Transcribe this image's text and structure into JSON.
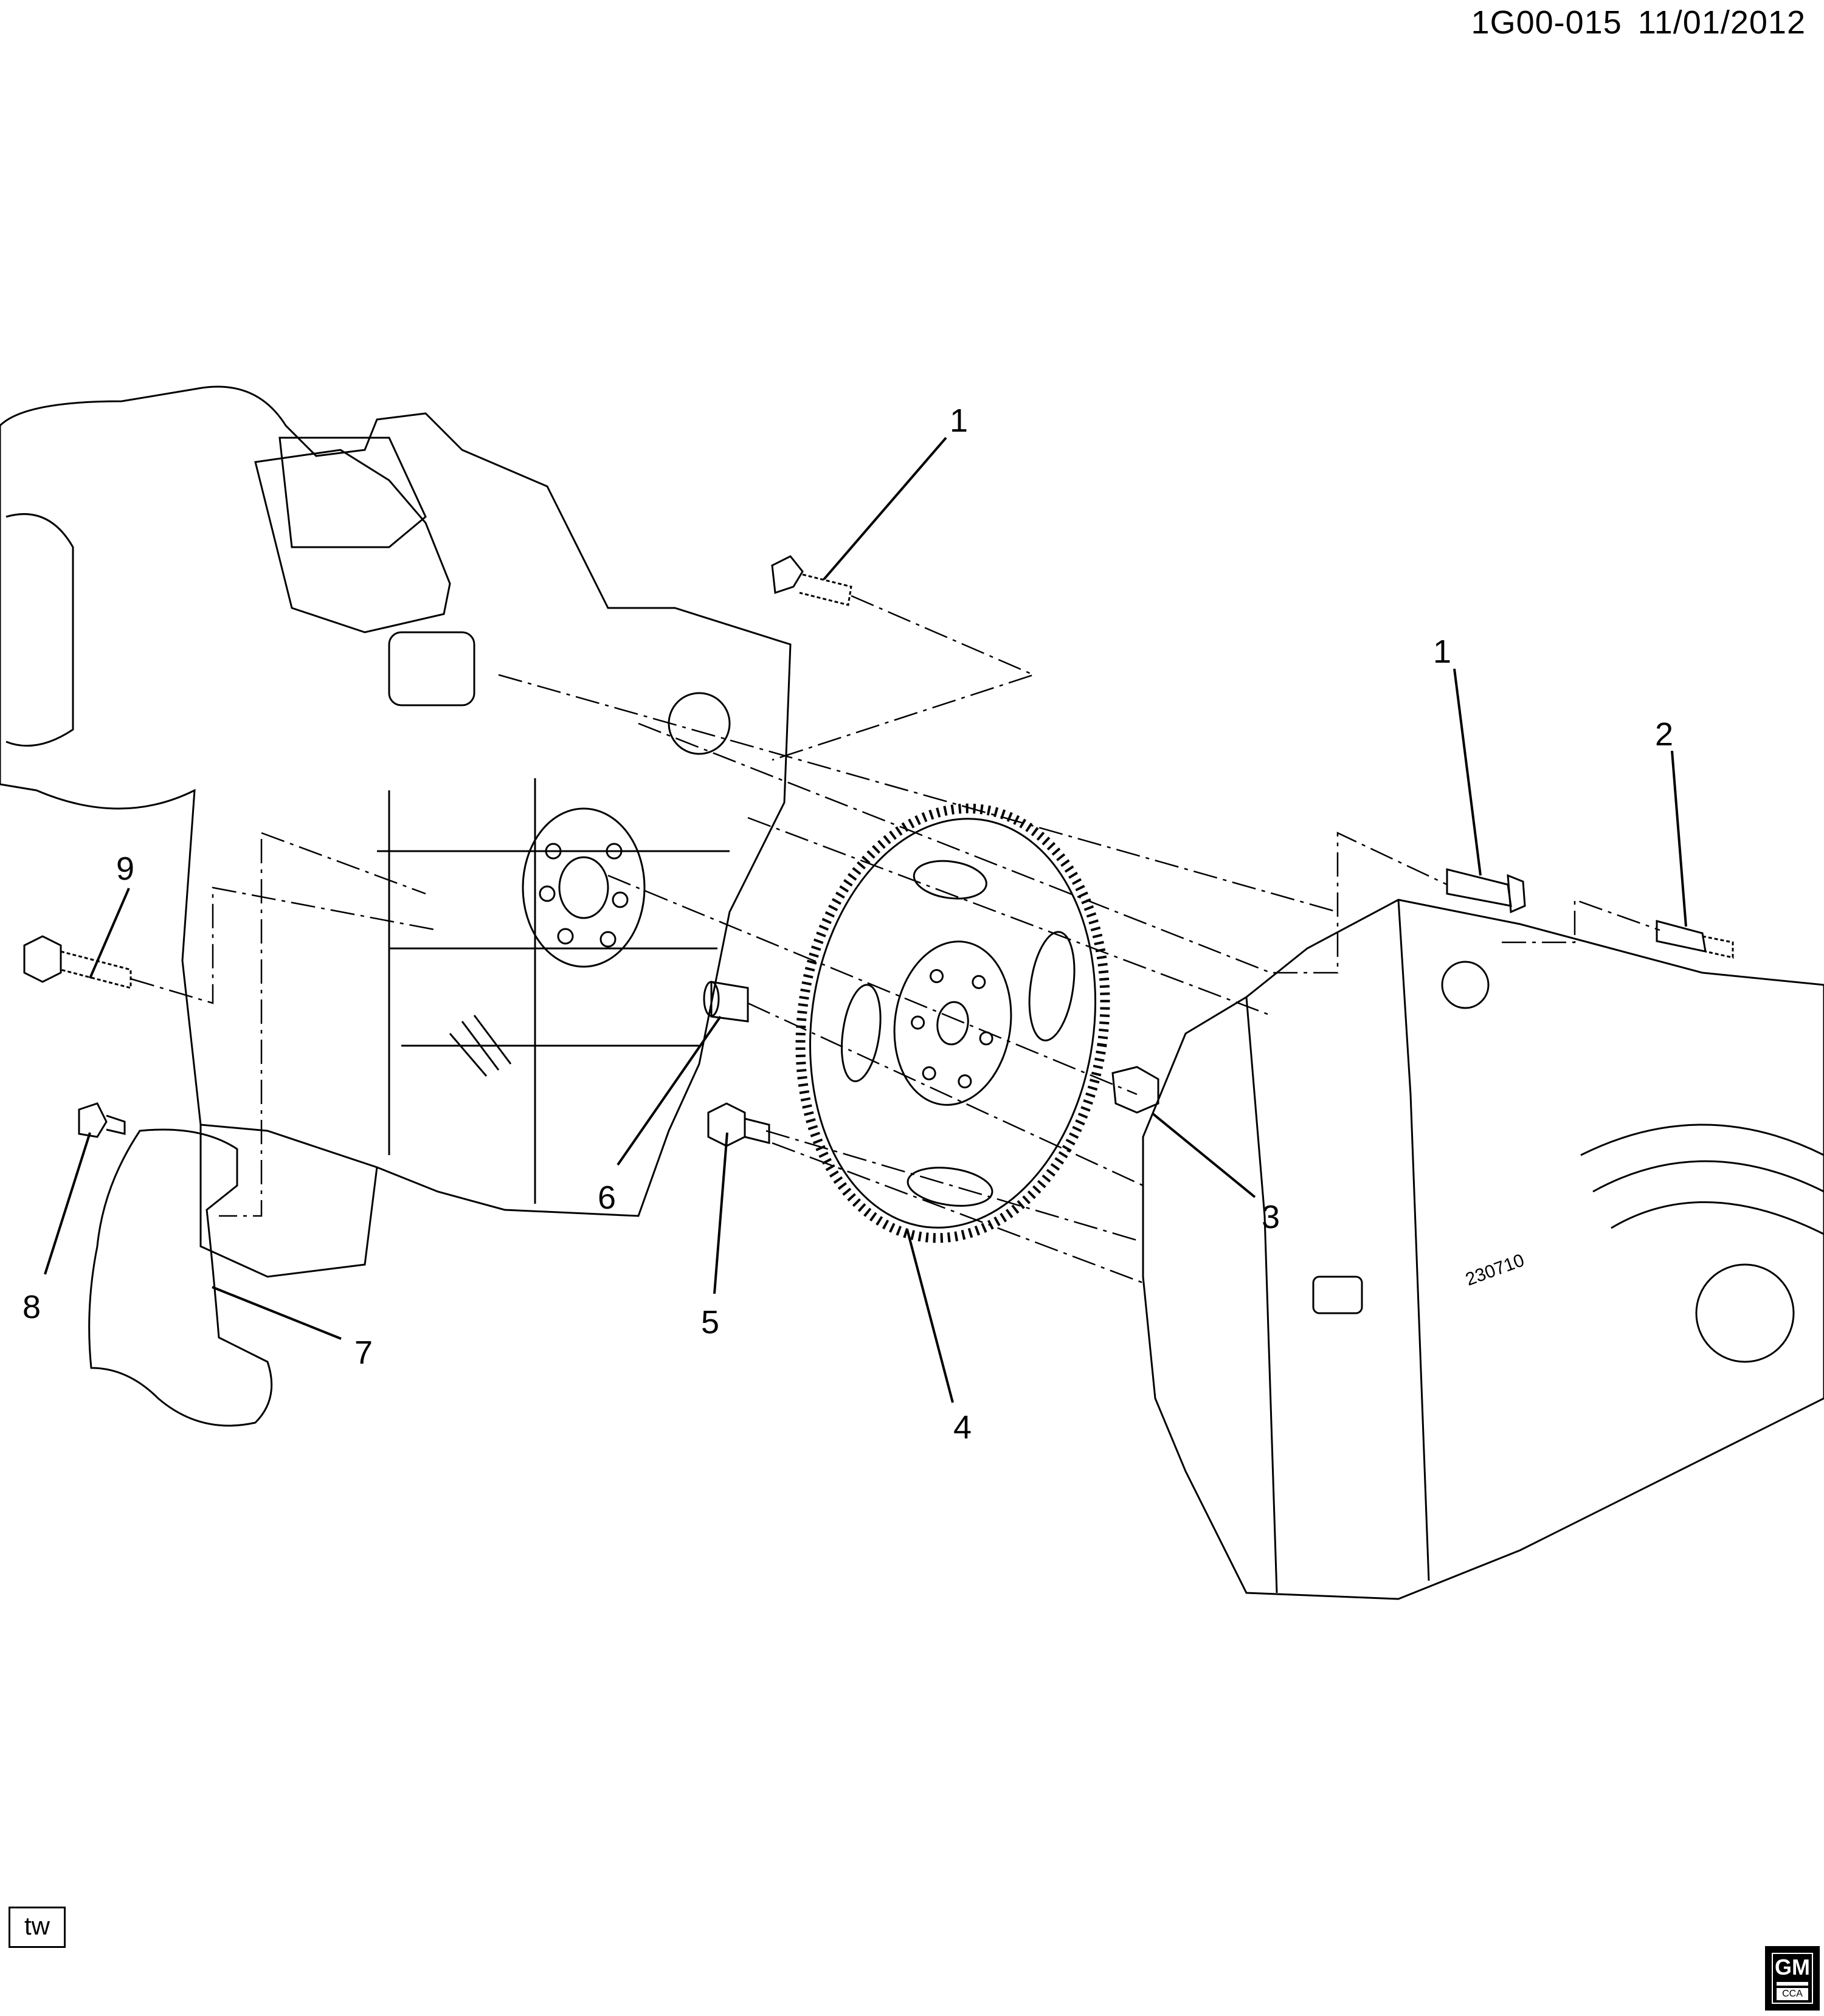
{
  "header": {
    "diagram_code": "1G00-015",
    "date": "11/01/2012"
  },
  "callouts": {
    "c1a": "1",
    "c1b": "1",
    "c2": "2",
    "c3": "3",
    "c4": "4",
    "c5": "5",
    "c6": "6",
    "c7": "7",
    "c8": "8",
    "c9": "9"
  },
  "transmission_marking": "230710",
  "footer": {
    "tw_label": "tw",
    "logo": {
      "main": "GM",
      "sub": "CCA"
    }
  }
}
